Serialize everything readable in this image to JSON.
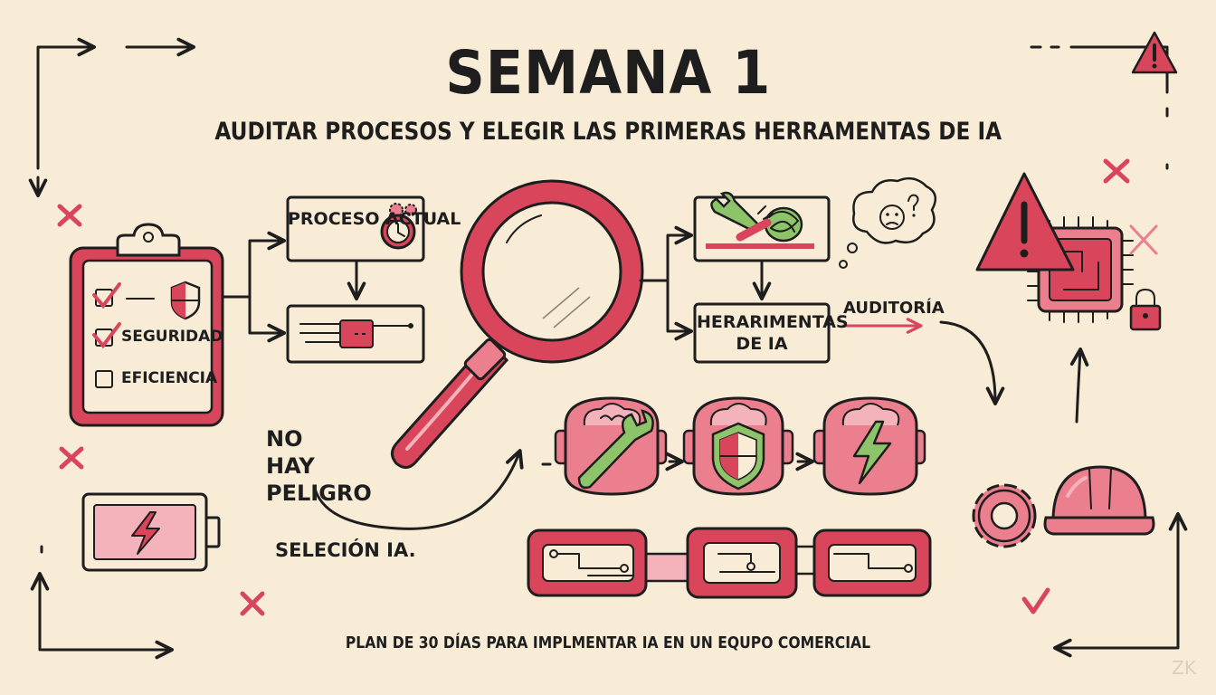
{
  "title": "SEMANA 1",
  "subtitle": "AUDITAR PROCESOS Y ELEGIR LAS PRIMERAS HERRAMENTAS DE IA",
  "checklist": {
    "items": [
      {
        "label": "",
        "checked": true
      },
      {
        "label": "SEGURIDAD",
        "checked": true
      },
      {
        "label": "EFICIENCIA",
        "checked": false
      }
    ]
  },
  "boxes": {
    "proceso_actual": "PROCESO ACTUAL",
    "herramientas": "HERARIMENTAS DE IA"
  },
  "labels": {
    "auditoria": "AUDITORÍA",
    "no_hay_peligro": "NO HAY PELIGRO",
    "seleccion": "SELECIÓN IA."
  },
  "footer": "PLAN DE 30 DÍAS PARA IMPLMENTAR IA EN UN EQUPO COMERCIAL",
  "watermark": "ZK",
  "colors": {
    "background": "#f8ecd6",
    "accent_red": "#d9455b",
    "accent_pink": "#ec7f8e",
    "accent_green": "#8dc46a",
    "ink": "#1e1e1e"
  },
  "icons": [
    "clipboard-icon",
    "shield-icon",
    "clock-icon",
    "gear-icon",
    "magnifying-glass-icon",
    "wrench-icon",
    "tangle-icon",
    "confused-thought-icon",
    "warning-icon",
    "chip-icon",
    "padlock-icon",
    "brain-head-icon",
    "lightning-icon",
    "battery-icon",
    "chain-icon",
    "hard-hat-icon",
    "cross-icon",
    "check-icon"
  ]
}
